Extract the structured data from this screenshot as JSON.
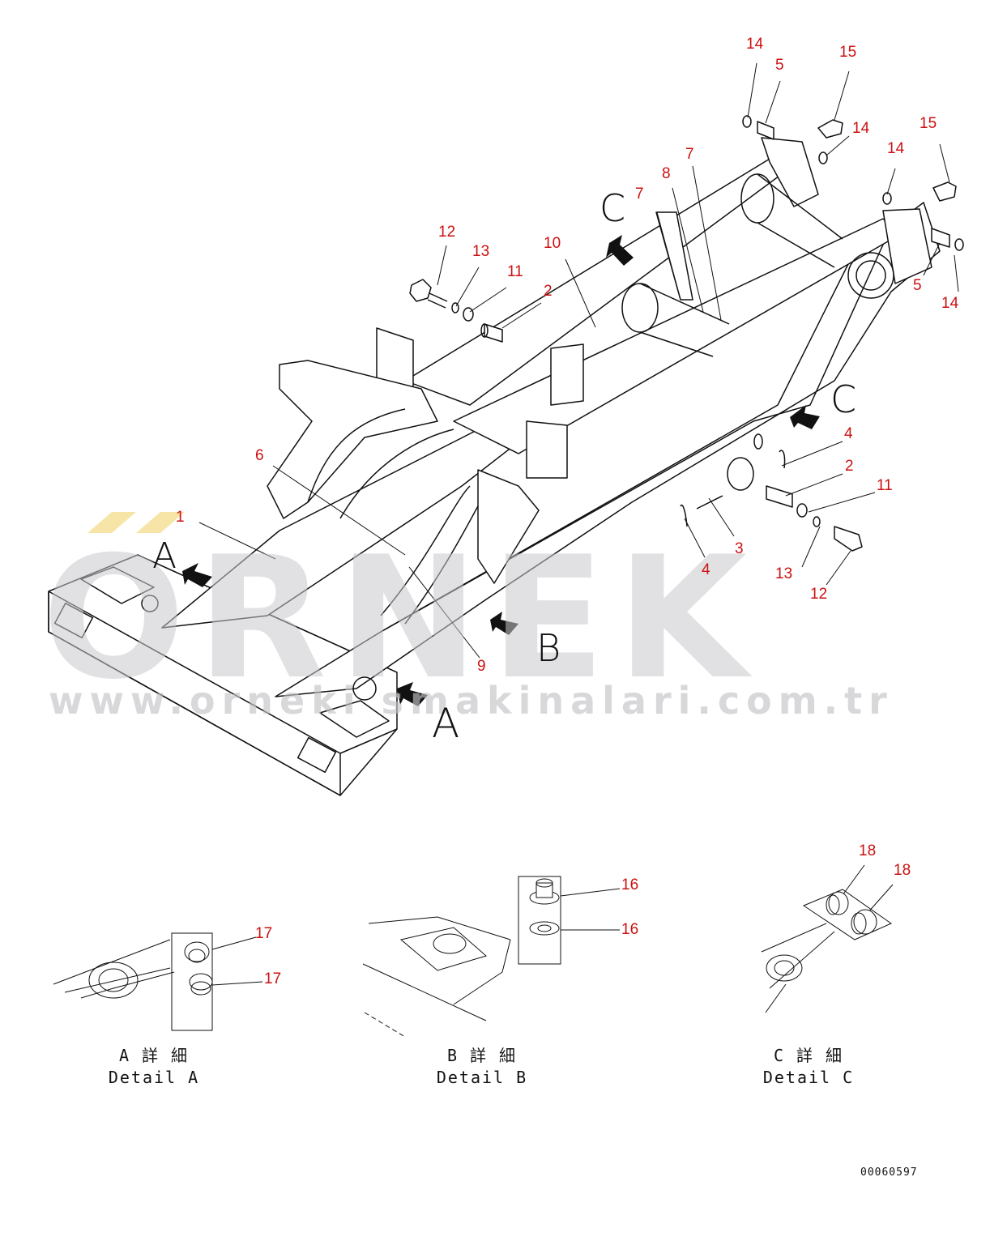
{
  "watermark": {
    "brand": "ORNEK",
    "url": "www.orneki smakinalari.com.tr",
    "accent_color": "#f0d36a"
  },
  "callouts": [
    {
      "id": "c14a",
      "text": "14"
    },
    {
      "id": "c5a",
      "text": "5"
    },
    {
      "id": "c15a",
      "text": "15"
    },
    {
      "id": "c14b",
      "text": "14"
    },
    {
      "id": "c15b",
      "text": "15"
    },
    {
      "id": "c14c",
      "text": "14"
    },
    {
      "id": "c7a",
      "text": "7"
    },
    {
      "id": "c8",
      "text": "8"
    },
    {
      "id": "c7b",
      "text": "7"
    },
    {
      "id": "c12a",
      "text": "12"
    },
    {
      "id": "c13a",
      "text": "13"
    },
    {
      "id": "c11a",
      "text": "11"
    },
    {
      "id": "c10",
      "text": "10"
    },
    {
      "id": "c2a",
      "text": "2"
    },
    {
      "id": "c5b",
      "text": "5"
    },
    {
      "id": "c14d",
      "text": "14"
    },
    {
      "id": "c4a",
      "text": "4"
    },
    {
      "id": "c2b",
      "text": "2"
    },
    {
      "id": "c11b",
      "text": "11"
    },
    {
      "id": "c6",
      "text": "6"
    },
    {
      "id": "c1",
      "text": "1"
    },
    {
      "id": "c3",
      "text": "3"
    },
    {
      "id": "c4b",
      "text": "4"
    },
    {
      "id": "c13b",
      "text": "13"
    },
    {
      "id": "c12b",
      "text": "12"
    },
    {
      "id": "c9",
      "text": "9"
    },
    {
      "id": "c17a",
      "text": "17"
    },
    {
      "id": "c17b",
      "text": "17"
    },
    {
      "id": "c16a",
      "text": "16"
    },
    {
      "id": "c16b",
      "text": "16"
    },
    {
      "id": "c18a",
      "text": "18"
    },
    {
      "id": "c18b",
      "text": "18"
    }
  ],
  "view_letters": {
    "a1": "A",
    "a2": "A",
    "b": "B",
    "c1": "C",
    "c2": "C"
  },
  "details": [
    {
      "jp": "A 詳 細",
      "en": "Detail A"
    },
    {
      "jp": "B 詳 細",
      "en": "Detail B"
    },
    {
      "jp": "C 詳 細",
      "en": "Detail C"
    }
  ],
  "drawing_number": "00060597",
  "colors": {
    "callout": "#cc1111",
    "line": "#111111"
  }
}
